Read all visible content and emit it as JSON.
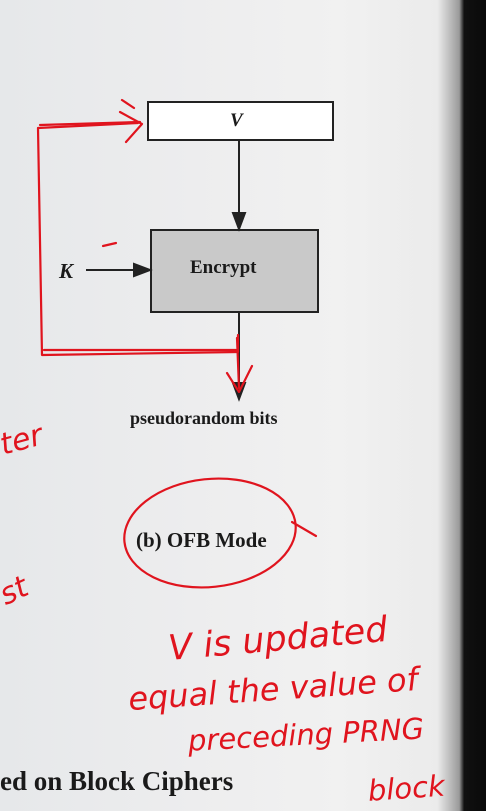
{
  "diagram": {
    "v_label": "V",
    "k_label": "K",
    "encrypt_label": "Encrypt",
    "output_label": "pseudorandom bits",
    "caption": "(b) OFB Mode",
    "footer_title_fragment": "ed on Block Ciphers"
  },
  "annotations": {
    "note_line_1": "V is updated",
    "note_line_2": "equal the value of",
    "note_line_3": "preceding PRNG",
    "note_line_4": "block",
    "margin_fragment_1": "ter",
    "margin_fragment_2": "st",
    "ink_color": "#e0141e"
  }
}
